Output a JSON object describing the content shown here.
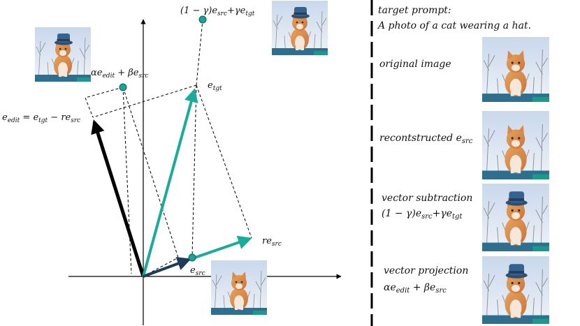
{
  "diagram": {
    "labels": {
      "interp": "(1 − γ)e",
      "interp_sub1": "src",
      "interp_mid": "+γe",
      "interp_sub2": "tgt",
      "alpha": "αe",
      "alpha_sub1": "edit",
      "alpha_mid": " + βe",
      "alpha_sub2": "src",
      "etgt": "e",
      "etgt_sub": "tgt",
      "eedit": "e",
      "eedit_sub": "edit",
      "eedit_eq": " = e",
      "eedit_sub2": "tgt",
      "eedit_minus": " − re",
      "eedit_sub3": "src",
      "resrc": "re",
      "resrc_sub": "src",
      "esrc": "e",
      "esrc_sub": "src"
    },
    "colors": {
      "teal": "#1aab9b",
      "navy": "#1f3b5c",
      "black": "#000000",
      "dot": "#1aa397"
    }
  },
  "panel": {
    "target_prompt_label": "target prompt:",
    "target_prompt_text": "A photo of a cat wearing a hat.",
    "original_image": "original image",
    "reconstructed": "recontstructed e",
    "reconstructed_sub": "src",
    "vector_subtraction": "vector subtraction",
    "vs_formula": "(1 − γ)e",
    "vs_sub1": "src",
    "vs_mid": "+γe",
    "vs_sub2": "tgt",
    "vector_projection": "vector projection",
    "vp_formula": "αe",
    "vp_sub1": "edit",
    "vp_mid": " + βe",
    "vp_sub2": "src"
  },
  "icons": {
    "cat_plain": "cat-photo-icon",
    "cat_hat": "cat-with-hat-photo-icon"
  }
}
